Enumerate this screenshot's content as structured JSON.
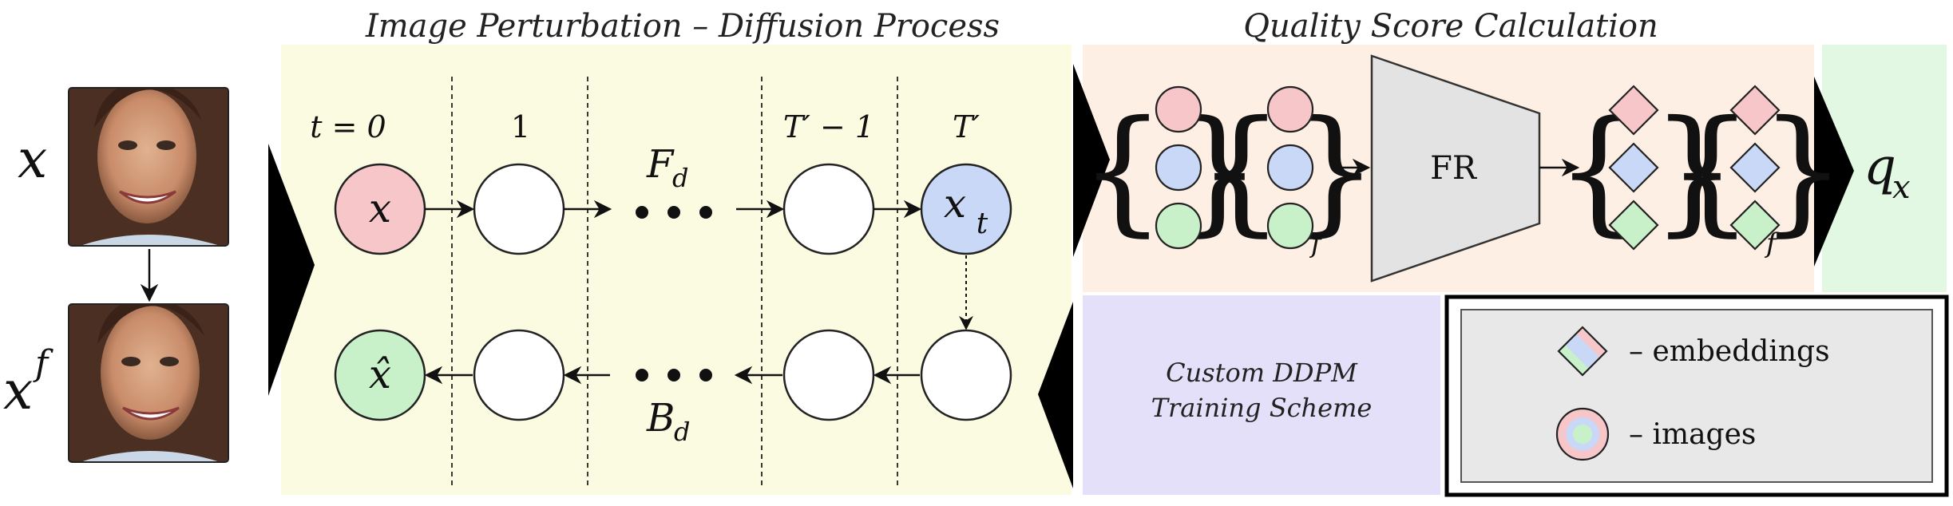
{
  "sections": {
    "perturbation_title": "Image Perturbation – Diffusion Process",
    "quality_title": "Quality Score Calculation",
    "training_line1": "Custom DDPM",
    "training_line2": "Training Scheme"
  },
  "inputs": {
    "x_label": "x",
    "xf_label": "x",
    "xf_sup": "f"
  },
  "timesteps": {
    "t0": "t = 0",
    "t1": "1",
    "tprev": "T′ − 1",
    "tlast": "T′"
  },
  "nodes": {
    "x": "x",
    "xt": "x",
    "xt_sub": "t",
    "xhat": "x̂"
  },
  "processes": {
    "forward": "F",
    "forward_sub": "d",
    "backward": "B",
    "backward_sub": "d"
  },
  "quality": {
    "fr_label": "FR",
    "f_sub_images": "f",
    "f_sub_embeddings": "f",
    "output": "q",
    "output_sub": "x"
  },
  "legend": {
    "embeddings": "– embeddings",
    "images": "– images"
  },
  "colors": {
    "yellow_bg": "#fbfbe1",
    "orange_bg": "#fdefe3",
    "green_bg": "#e2f8e2",
    "purple_bg": "#e4e0fa",
    "red_fill": "#f7c6c9",
    "blue_fill": "#c8d8f6",
    "green_fill": "#c9f1c9",
    "fr_fill": "#e3e3e3",
    "legend_bg": "#e8e8e8"
  },
  "icons": {
    "face_image": "face-photo-icon",
    "embedding": "diamond-icon",
    "image": "circle-icon"
  }
}
